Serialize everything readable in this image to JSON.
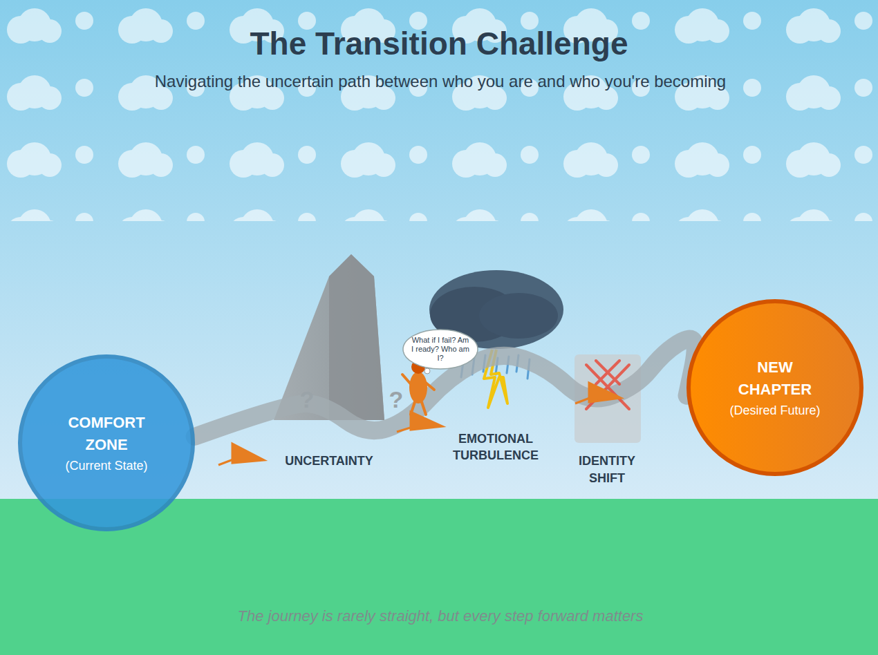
{
  "diagram": {
    "title": "The Transition Challenge",
    "caption": "The journey is rarely straight, but every step forward matters",
    "nodes": [
      {
        "text": [
          "COMFORT ZONE",
          "(Current State)"
        ]
      },
      {
        "text": [
          "What if I fail? Am I ready? Who am I?"
        ]
      },
      {
        "text": [
          "NEW CHAPTER",
          "(Desired Future)"
        ]
      }
    ],
    "edges": [
      {
        "from": 0,
        "to": 2,
        "arrow": "none"
      }
    ],
    "labels": [
      "Navigating the uncertain path between who you are and who you're becoming",
      "?",
      "?",
      "UNCERTAINTY",
      "EMOTIONAL TURBULENCE",
      "IDENTITY SHIFT"
    ]
  }
}
